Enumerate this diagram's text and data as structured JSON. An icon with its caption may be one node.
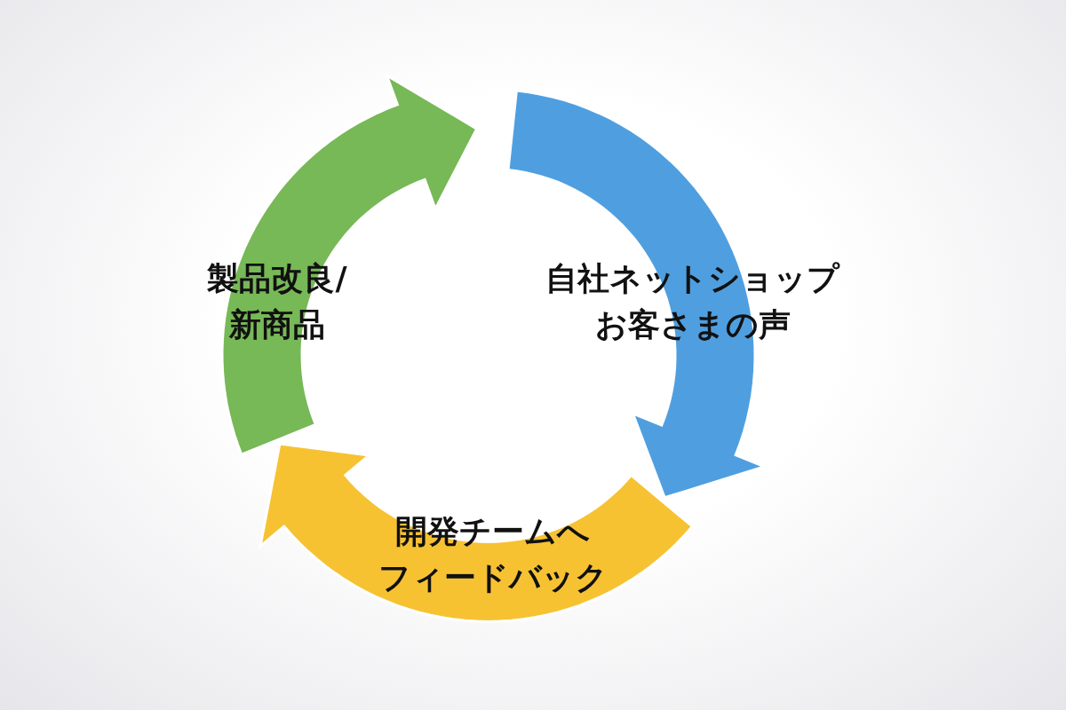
{
  "diagram": {
    "nodes": [
      {
        "text": [
          "自社ネットショップお客さまの声"
        ]
      },
      {
        "text": [
          "開発チームへフィードバック"
        ]
      },
      {
        "text": [
          "製品改良/新商品"
        ]
      }
    ]
  }
}
